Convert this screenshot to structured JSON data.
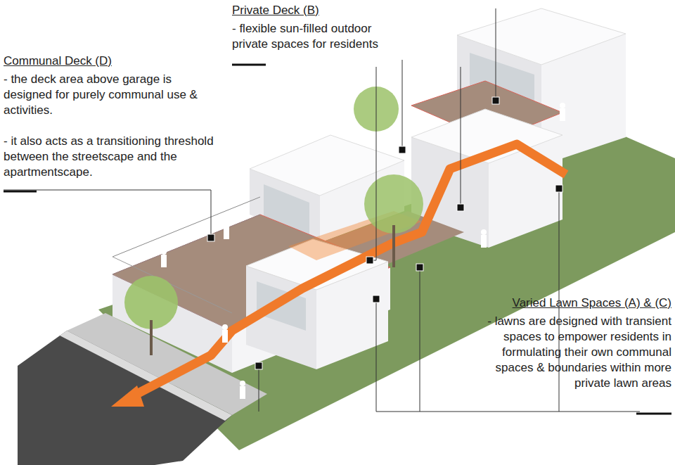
{
  "diagram": {
    "labels": [
      "Private Deck (B)",
      "- flexible sun-filled outdoor private spaces for residents",
      "Communal Deck (D)",
      "- the deck area above garage is designed for purely communal use & activities.",
      "- it also acts as a transitioning threshold between the streetscape and the apartmentscape.",
      "Varied Lawn Spaces (A) & (C)",
      "- lawns are designed with transient spaces to empower residents in formulating their own communal spaces & boundaries within more private lawn areas"
    ]
  }
}
